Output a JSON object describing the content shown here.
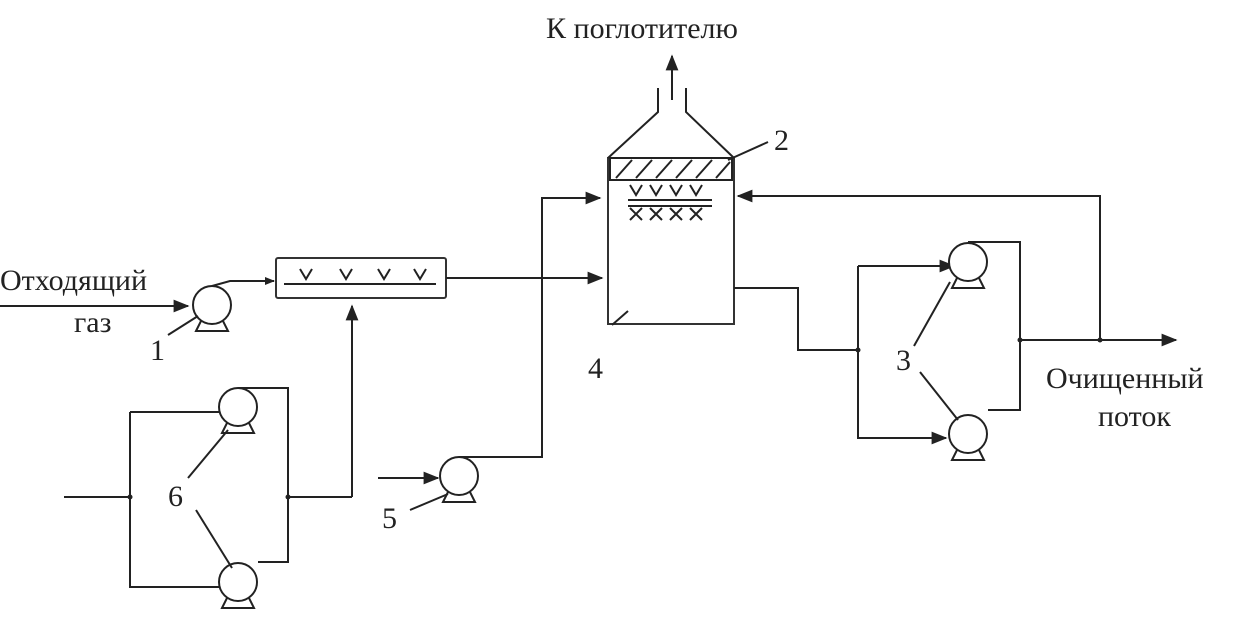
{
  "labels": {
    "top_outlet": "К поглотителю",
    "inlet_gas_line1": "Отходящий",
    "inlet_gas_line2": "газ",
    "outlet_line1": "Очищенный",
    "outlet_line2": "поток"
  },
  "numbers": {
    "pump_1": "1",
    "mesh_2": "2",
    "pumps_3": "3",
    "column_4": "4",
    "pump_5": "5",
    "pumps_6": "6"
  },
  "icons": [
    "pump-icon",
    "spray-nozzle-icon",
    "arrow-icon"
  ]
}
